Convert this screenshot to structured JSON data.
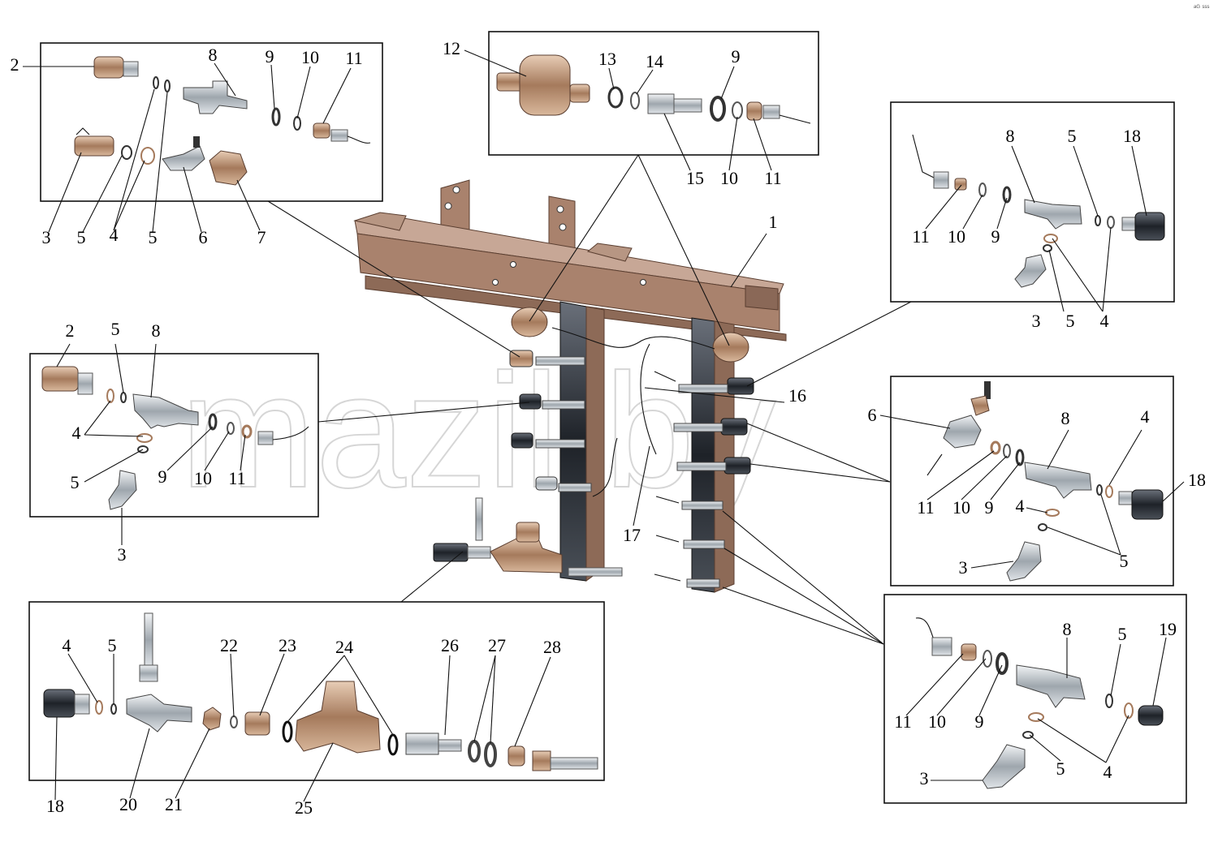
{
  "watermark": "mazil.by",
  "corner_mark": "ᵃᴳ ˢˢˢ",
  "labels": {
    "tl": [
      "2",
      "8",
      "9",
      "10",
      "11",
      "3",
      "5",
      "4",
      "5",
      "6",
      "7"
    ],
    "tc": [
      "12",
      "13",
      "14",
      "9",
      "15",
      "10",
      "11"
    ],
    "main": [
      "1",
      "16",
      "17"
    ],
    "tr": [
      "8",
      "5",
      "18",
      "11",
      "10",
      "9",
      "3",
      "5",
      "4"
    ],
    "ml": [
      "2",
      "5",
      "8",
      "4",
      "5",
      "9",
      "10",
      "11",
      "3"
    ],
    "mr": [
      "6",
      "8",
      "4",
      "18",
      "11",
      "10",
      "9",
      "4",
      "3",
      "5"
    ],
    "bl": [
      "4",
      "5",
      "22",
      "23",
      "24",
      "26",
      "27",
      "28",
      "18",
      "20",
      "21",
      "25"
    ],
    "br": [
      "8",
      "5",
      "19",
      "11",
      "10",
      "9",
      "3",
      "5",
      "4"
    ]
  },
  "colors": {
    "bracket": "#a9826d",
    "metal": "#c8ced3",
    "dark": "#2b2f36",
    "brass": "#b88a6a",
    "rubber": "#333333"
  }
}
